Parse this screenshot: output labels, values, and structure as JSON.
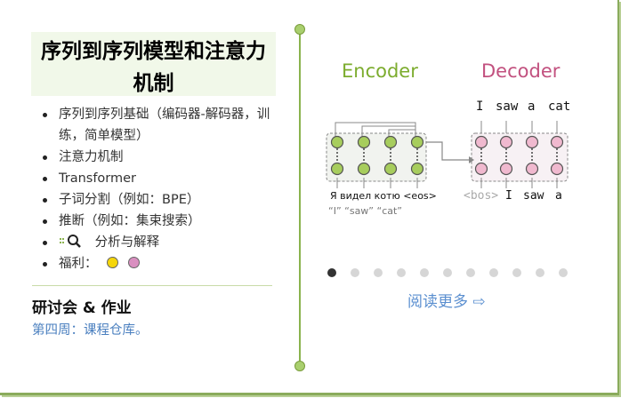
{
  "slide": {
    "title": "序列到序列模型和注意力机制",
    "bullets": [
      "序列到序列基础（编码器-解码器，训练，简单模型）",
      "注意力机制",
      "Transformer",
      "子词分割（例如：BPE）",
      "推断（例如：集束搜索）"
    ],
    "analysis_label": "分析与解释",
    "bonus_label": "福利：",
    "bonus_colors": [
      "#f5d60a",
      "#d98fc0"
    ],
    "section_title": "研讨会 & 作业",
    "section_link": "第四周：课程仓库。"
  },
  "diagram": {
    "encoder_label": "Encoder",
    "decoder_label": "Decoder",
    "encoder_color": "#7cac2e",
    "decoder_color": "#c2517f",
    "decoder_outputs": [
      "I",
      "saw",
      "a",
      "cat"
    ],
    "source_text": "Я видел котю <eos>",
    "source_gloss": "“I”  “saw”  “cat”",
    "decoder_inputs": [
      "<bos>",
      "I",
      "saw",
      "a"
    ]
  },
  "pager": {
    "count": 11,
    "active": 0
  },
  "read_more": "阅读更多 ⇨"
}
